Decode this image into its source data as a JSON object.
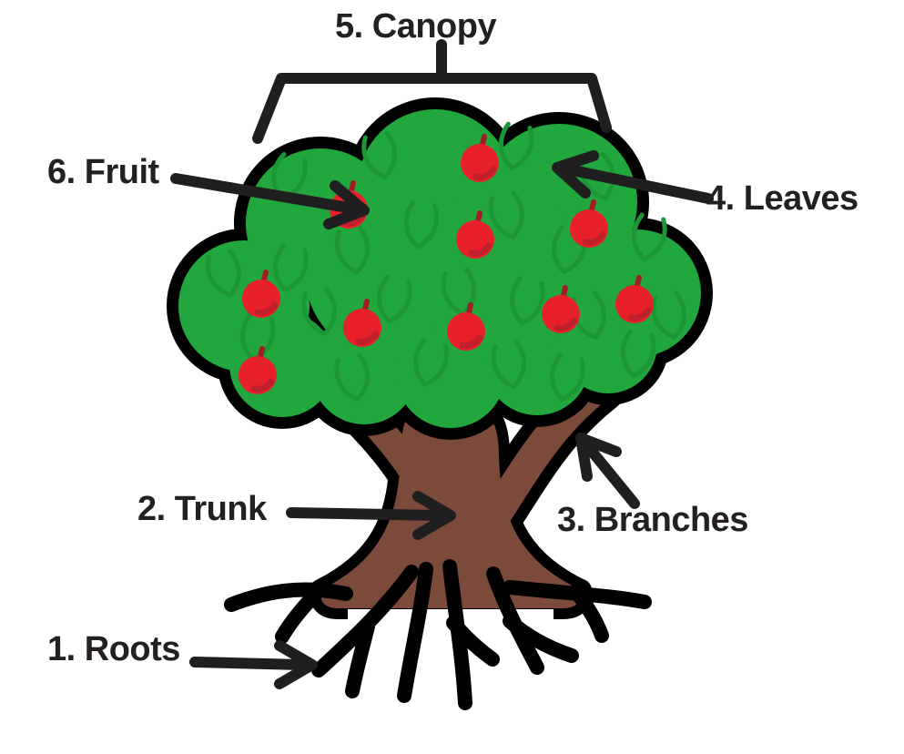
{
  "figure": {
    "type": "labeled-diagram",
    "subject": "Parts of a tree",
    "labels": {
      "canopy": "5. Canopy",
      "fruit": "6. Fruit",
      "leaves": "4. Leaves",
      "trunk": "2. Trunk",
      "branches": "3. Branches",
      "roots": "1. Roots"
    },
    "fruit_count": 10,
    "colors": {
      "canopy_green": "#21a73e",
      "leaf_vein_green": "#1d9638",
      "fruit_red": "#e8202b",
      "fruit_shade_red": "#c11f2c",
      "fruit_stem_red": "#a01d27",
      "trunk_brown": "#7b4a3a",
      "outline_black": "#000000",
      "label_text": "#242021",
      "background": "#ffffff"
    }
  }
}
